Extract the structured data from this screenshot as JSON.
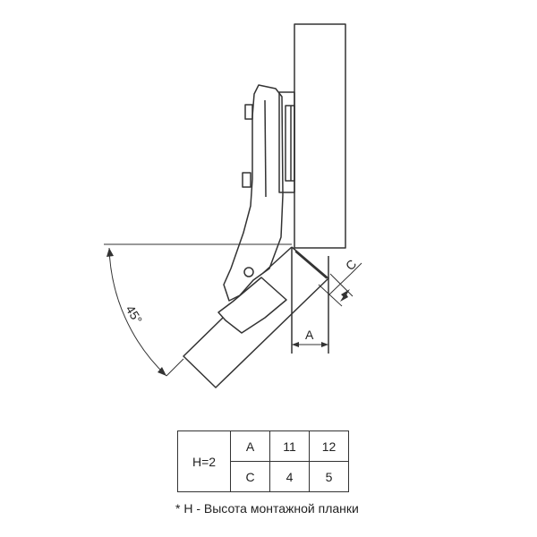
{
  "dimensions": {
    "angle_label": "45°",
    "a_label": "A",
    "c_label": "C"
  },
  "table": {
    "h_label": "H=2",
    "rows": [
      {
        "label": "A",
        "values": [
          "11",
          "12"
        ]
      },
      {
        "label": "C",
        "values": [
          "4",
          "5"
        ]
      }
    ]
  },
  "footnote": "* H - Высота монтажной планки",
  "colors": {
    "line": "#333333",
    "text": "#222222"
  }
}
